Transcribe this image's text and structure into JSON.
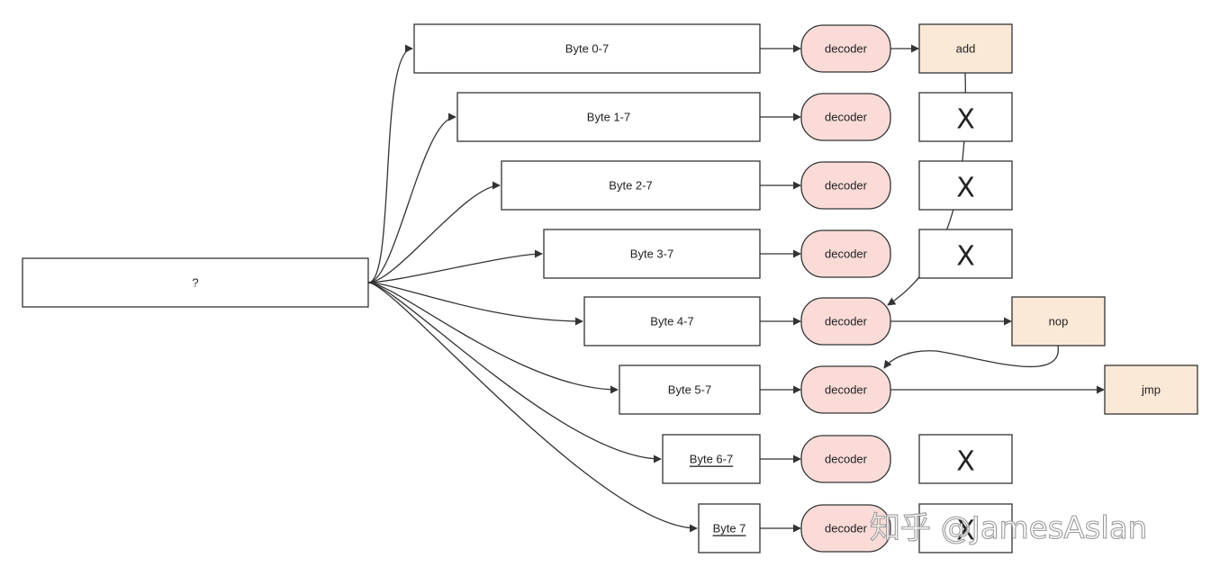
{
  "source": {
    "label": "?"
  },
  "slices": [
    {
      "label": "Byte 0-7",
      "underlined": false
    },
    {
      "label": "Byte 1-7",
      "underlined": false
    },
    {
      "label": "Byte 2-7",
      "underlined": false
    },
    {
      "label": "Byte 3-7",
      "underlined": false
    },
    {
      "label": "Byte 4-7",
      "underlined": false
    },
    {
      "label": "Byte 5-7",
      "underlined": false
    },
    {
      "label": "Byte 6-7",
      "underlined": true
    },
    {
      "label": "Byte 7",
      "underlined": true
    }
  ],
  "decoders": [
    {
      "label": "decoder"
    },
    {
      "label": "decoder"
    },
    {
      "label": "decoder"
    },
    {
      "label": "decoder"
    },
    {
      "label": "decoder"
    },
    {
      "label": "decoder"
    },
    {
      "label": "decoder"
    },
    {
      "label": "decoder"
    }
  ],
  "results": [
    {
      "label": "add",
      "kind": "instruction"
    },
    {
      "label": "X",
      "kind": "invalid"
    },
    {
      "label": "X",
      "kind": "invalid"
    },
    {
      "label": "X",
      "kind": "invalid"
    },
    {
      "label": "nop",
      "kind": "instruction"
    },
    {
      "label": "jmp",
      "kind": "instruction"
    },
    {
      "label": "X",
      "kind": "invalid"
    },
    {
      "label": "X",
      "kind": "invalid"
    }
  ],
  "watermark": "知乎 @JamesAslan",
  "colors": {
    "stroke": "#333333",
    "decoder_fill": "#fadbd8",
    "instruction_fill": "#fbe9d7",
    "box_fill": "#ffffff"
  }
}
